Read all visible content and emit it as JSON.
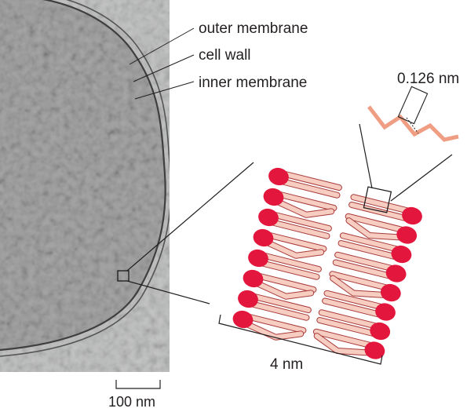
{
  "labels": {
    "outer_membrane": "outer membrane",
    "cell_wall": "cell wall",
    "inner_membrane": "inner membrane",
    "bond_length": "0.126 nm",
    "bilayer_width": "4 nm",
    "scale_bar": "100 nm"
  },
  "colors": {
    "head_group": "#e3173d",
    "tail": "#f6cdc0",
    "tail_outline": "#a93a3a",
    "chain_zoom": "#ef9e83",
    "micrograph_bg": "#9c9c9c",
    "line": "#231f20"
  }
}
